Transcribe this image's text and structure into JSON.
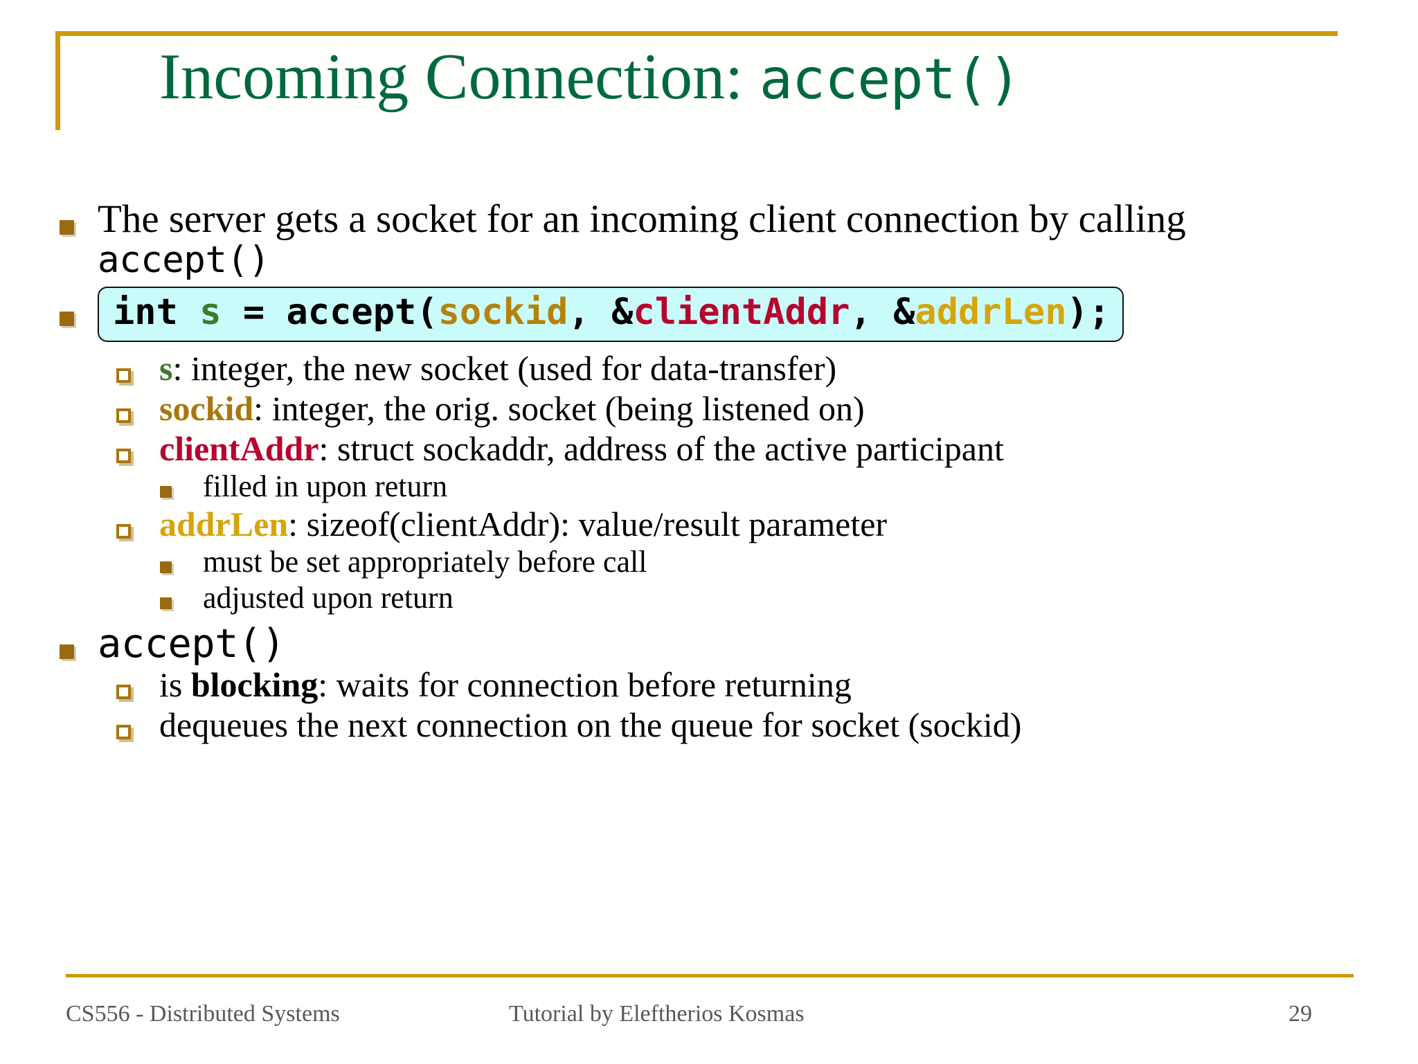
{
  "slide": {
    "title": {
      "serif_part": "Incoming Connection: ",
      "mono_part": "accept()"
    },
    "accent_gold": "#cc9a0b",
    "title_green": "#00693d",
    "code_box_bg": "#c9fbfb"
  },
  "content": {
    "bullet1": {
      "text_prefix": "The server gets a socket for an incoming client connection by calling ",
      "text_mono": "accept()"
    },
    "code_line": {
      "tokens": [
        {
          "text": "int s = accept(",
          "color": "black"
        },
        {
          "text": "sockid",
          "color": "ochre"
        },
        {
          "text": ", &",
          "color": "black"
        },
        {
          "text": "clientAddr",
          "color": "crimson"
        },
        {
          "text": ", &",
          "color": "black"
        },
        {
          "text": "addrLen",
          "color": "gold"
        },
        {
          "text": ");",
          "color": "black"
        }
      ],
      "full_text": "int s = accept(sockid, &clientAddr, &addrLen);",
      "seg_int": "int ",
      "seg_s": "s",
      "seg_eq": " = accept(",
      "seg_sockid": "sockid",
      "seg_comma1": ", &",
      "seg_clientaddr": "clientAddr",
      "seg_comma2": ", &",
      "seg_addrlen": "addrLen",
      "seg_end": ");"
    },
    "params": [
      {
        "name": "s",
        "name_color": "green",
        "desc": ": integer, the new socket (used for data-transfer)",
        "subs": []
      },
      {
        "name": "sockid",
        "name_color": "ochre",
        "desc": ": integer, the orig. socket (being listened on)",
        "subs": []
      },
      {
        "name": "clientAddr",
        "name_color": "crimson",
        "desc": ": struct sockaddr, address of the active participant",
        "subs": [
          "filled in upon return"
        ]
      },
      {
        "name": "addrLen",
        "name_color": "gold",
        "desc": ": sizeof(clientAddr): value/result parameter",
        "subs": [
          "must be set appropriately before call",
          "adjusted upon return"
        ]
      }
    ],
    "bullet2": {
      "text_mono": "accept()"
    },
    "behavior": [
      {
        "prefix": "is ",
        "bold": "blocking",
        "suffix": ": waits for connection before returning"
      },
      {
        "prefix": "",
        "bold": "",
        "suffix": "dequeues the next connection on the queue for socket (sockid)"
      }
    ]
  },
  "footer": {
    "left": "CS556 - Distributed Systems",
    "center": "Tutorial by Eleftherios Kosmas",
    "page": "29"
  }
}
